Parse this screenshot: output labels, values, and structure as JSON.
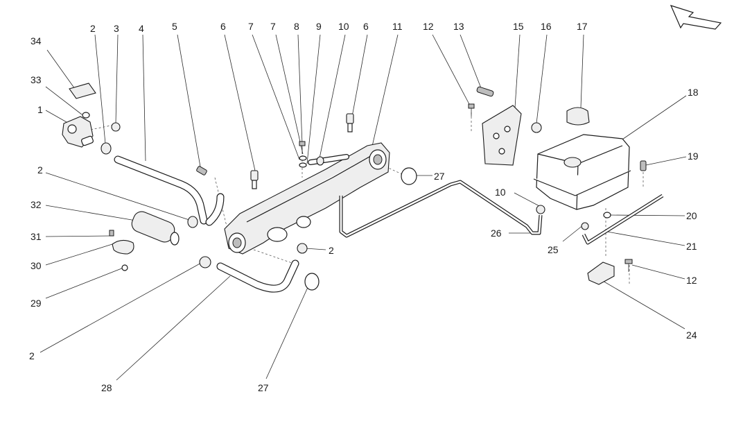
{
  "callouts": [
    {
      "id": "34",
      "label": "34"
    },
    {
      "id": "33",
      "label": "33"
    },
    {
      "id": "1",
      "label": "1"
    },
    {
      "id": "2-top",
      "label": "2"
    },
    {
      "id": "3",
      "label": "3"
    },
    {
      "id": "4",
      "label": "4"
    },
    {
      "id": "5",
      "label": "5"
    },
    {
      "id": "6-left",
      "label": "6"
    },
    {
      "id": "7-a",
      "label": "7"
    },
    {
      "id": "7-b",
      "label": "7"
    },
    {
      "id": "8",
      "label": "8"
    },
    {
      "id": "9",
      "label": "9"
    },
    {
      "id": "10-top",
      "label": "10"
    },
    {
      "id": "6-right",
      "label": "6"
    },
    {
      "id": "11",
      "label": "11"
    },
    {
      "id": "12-top",
      "label": "12"
    },
    {
      "id": "13",
      "label": "13"
    },
    {
      "id": "15",
      "label": "15"
    },
    {
      "id": "16",
      "label": "16"
    },
    {
      "id": "17",
      "label": "17"
    },
    {
      "id": "18",
      "label": "18"
    },
    {
      "id": "19",
      "label": "19"
    },
    {
      "id": "2-left",
      "label": "2"
    },
    {
      "id": "32",
      "label": "32"
    },
    {
      "id": "31",
      "label": "31"
    },
    {
      "id": "30",
      "label": "30"
    },
    {
      "id": "29",
      "label": "29"
    },
    {
      "id": "2-center",
      "label": "2"
    },
    {
      "id": "27-right",
      "label": "27"
    },
    {
      "id": "10-right",
      "label": "10"
    },
    {
      "id": "26",
      "label": "26"
    },
    {
      "id": "25",
      "label": "25"
    },
    {
      "id": "20",
      "label": "20"
    },
    {
      "id": "21",
      "label": "21"
    },
    {
      "id": "12-right",
      "label": "12"
    },
    {
      "id": "24",
      "label": "24"
    },
    {
      "id": "2-bottom",
      "label": "2"
    },
    {
      "id": "28",
      "label": "28"
    },
    {
      "id": "27-bottom",
      "label": "27"
    }
  ],
  "icons": {
    "orientation_arrow": "arrow-up-left-icon"
  },
  "colors": {
    "line": "#1a1a1a",
    "background": "#ffffff"
  }
}
